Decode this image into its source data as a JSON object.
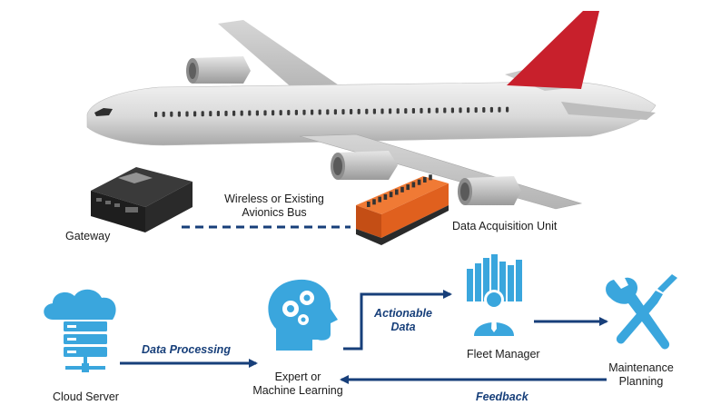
{
  "labels": {
    "gateway": "Gateway",
    "bus_line1": "Wireless or Existing",
    "bus_line2": "Avionics Bus",
    "dau": "Data Acquisition Unit",
    "cloud": "Cloud Server",
    "data_processing": "Data Processing",
    "expert_line1": "Expert or",
    "expert_line2": "Machine Learning",
    "actionable_line1": "Actionable",
    "actionable_line2": "Data",
    "fleet": "Fleet Manager",
    "maint_line1": "Maintenance",
    "maint_line2": "Planning",
    "feedback": "Feedback"
  },
  "icons": {
    "aircraft": "airplane",
    "gateway": "gateway-box",
    "dau": "data-acquisition-unit",
    "cloud": "cloud-server-icon",
    "expert": "head-gears-icon",
    "fleet": "manager-chart-icon",
    "maintenance": "wrench-screwdriver-icon"
  },
  "colors": {
    "icon_blue": "#3aa6dd",
    "arrow_navy": "#173f7a",
    "tail_red": "#c8202c",
    "dau_orange": "#e0601e",
    "fuselage": "#dcdcdc"
  }
}
